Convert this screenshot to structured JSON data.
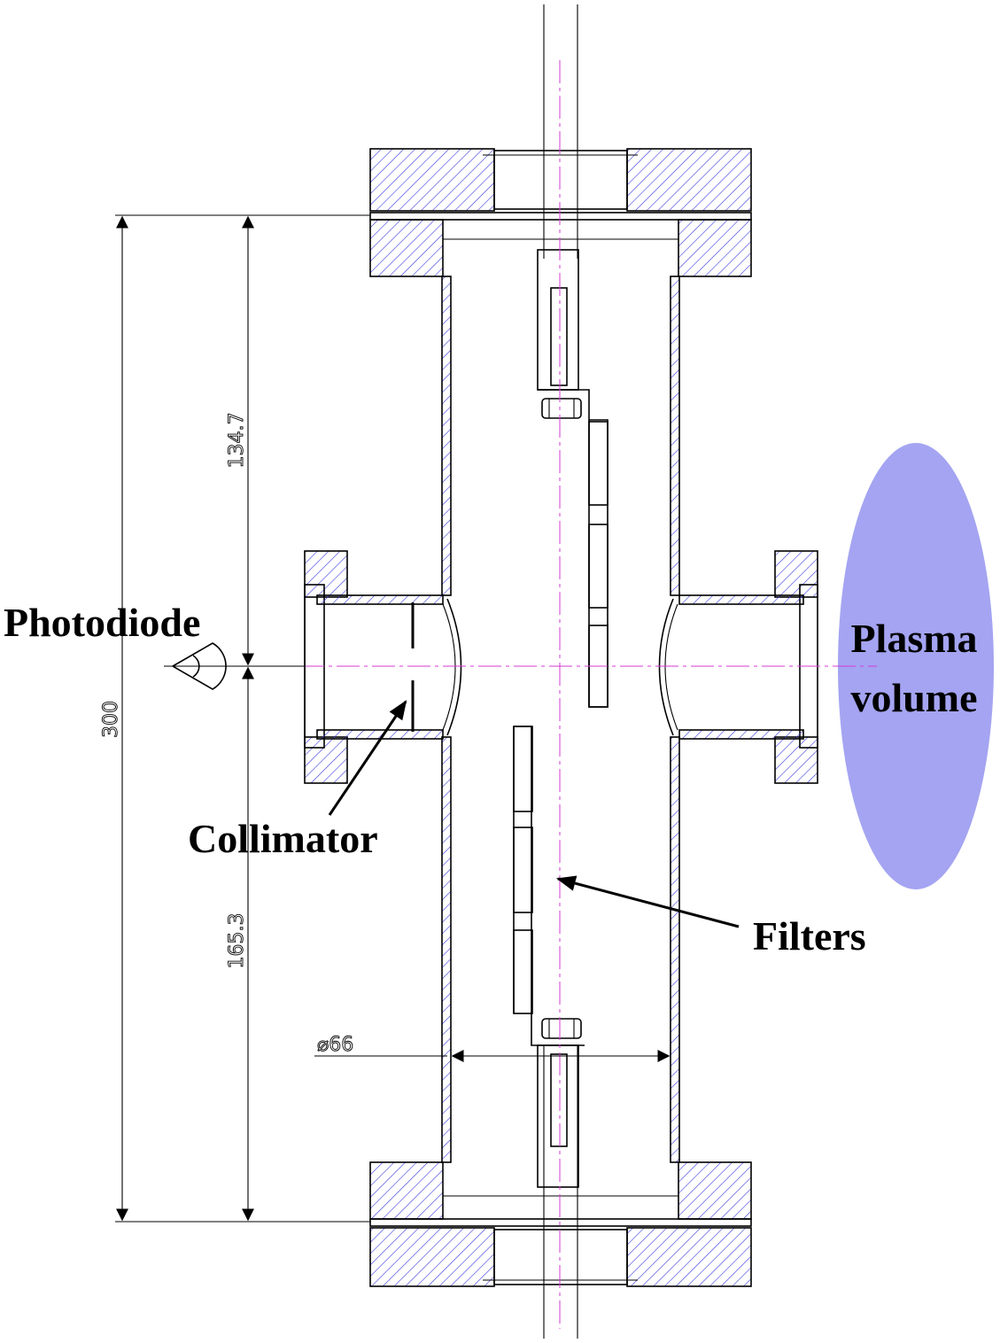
{
  "labels": {
    "photodiode": "Photodiode",
    "plasma_line1": "Plasma",
    "plasma_line2": "volume",
    "collimator": "Collimator",
    "filters": "Filters"
  },
  "dimensions": {
    "total": "300",
    "upper": "134.7",
    "lower": "165.3",
    "diameter": "⌀66"
  },
  "colors": {
    "hatch": "#3a3ae0",
    "plasma": "#a4a4f2",
    "centerline": "#d63ad6"
  }
}
